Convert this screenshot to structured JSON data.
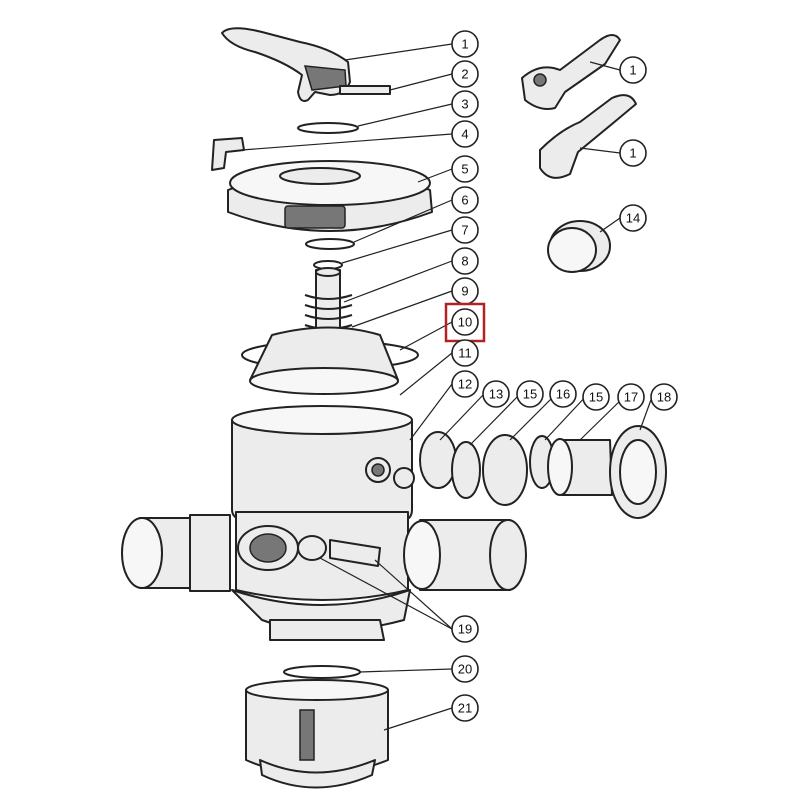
{
  "callouts": {
    "c1a": "1",
    "c2": "2",
    "c3": "3",
    "c4": "4",
    "c5": "5",
    "c6": "6",
    "c7": "7",
    "c8": "8",
    "c9": "9",
    "c10": "10",
    "c11": "11",
    "c12": "12",
    "c13": "13",
    "c14": "14",
    "c15a": "15",
    "c16": "16",
    "c15b": "15",
    "c17": "17",
    "c18": "18",
    "c19": "19",
    "c20": "20",
    "c21": "21",
    "c1b": "1",
    "c1c": "1"
  },
  "highlighted_callout": "10",
  "colors": {
    "line": "#222222",
    "fill": "#ececec",
    "highlight": "#b22222"
  }
}
